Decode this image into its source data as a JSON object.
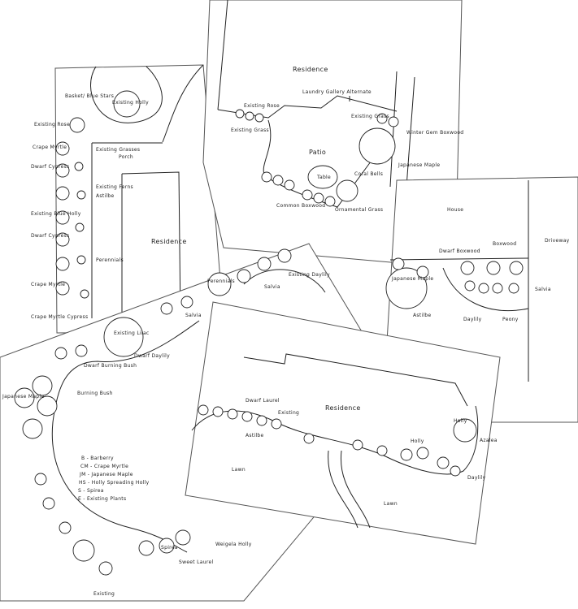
{
  "sheets": {
    "porch_plan": {
      "labels": [
        "Basket/ Blue Stars",
        "Existing Holly",
        "Existing Rose",
        "Existing Grasses",
        "Crape Myrtle",
        "Dwarf Cypress",
        "Porch",
        "Existing Ferns",
        "Existing Blue Holly",
        "Astilbe",
        "Dwarf Cypress",
        "Residence",
        "Perennials",
        "Crape Myrtle",
        "Crape Myrtle Cypress"
      ]
    },
    "patio_plan": {
      "labels": [
        "Residence",
        "Laundry Gallery Alternate",
        "Existing Rose",
        "Existing Grass",
        "Existing Grass",
        "Winter Gem Boxwood",
        "Patio",
        "Table",
        "Japanese Maple",
        "Coral Bells",
        "Ornamental Grass",
        "Common Boxwood"
      ]
    },
    "house_plan": {
      "labels": [
        "House",
        "Driveway",
        "Boxwood",
        "Dwarf Boxwood",
        "Japanese Maple",
        "Salvia",
        "Astilbe",
        "Daylily",
        "Peony"
      ]
    },
    "pond_plan": {
      "labels": [
        "Perennials",
        "Salvia",
        "Existing Daylily",
        "Existing Lilac",
        "Salvia",
        "Dwarf Burning Bush",
        "Japanese Maple",
        "Burning Bush",
        "Dwarf Daylily",
        "Spirea",
        "Existing"
      ],
      "legend": [
        "B - Barberry",
        "CM - Crape Myrtle",
        "JM - Japanese Maple",
        "HS - Holly Spreading Holly",
        "S - Spirea",
        "E - Existing Plants"
      ],
      "notes": [
        "Sweet Laurel",
        "Weigela Holly"
      ]
    },
    "front_plan": {
      "labels": [
        "Residence",
        "Dwarf Laurel",
        "Existing",
        "Astilbe",
        "Holly",
        "Azalea",
        "Holly",
        "Daylily",
        "Lawn",
        "Lawn"
      ]
    }
  }
}
